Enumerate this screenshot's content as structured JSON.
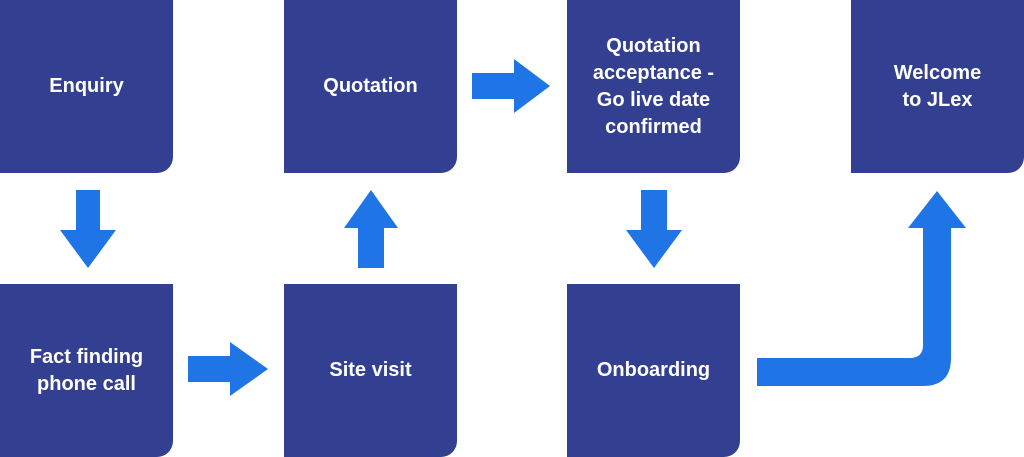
{
  "diagram": {
    "steps": {
      "enquiry": "Enquiry",
      "quotation": "Quotation",
      "quotation_acceptance": "Quotation\nacceptance -\nGo live date\nconfirmed",
      "welcome": "Welcome\nto JLex",
      "fact_finding": "Fact finding\nphone call",
      "site_visit": "Site visit",
      "onboarding": "Onboarding"
    },
    "colors": {
      "box": "#333f90",
      "arrow": "#1f74e6",
      "text": "#ffffff"
    }
  }
}
